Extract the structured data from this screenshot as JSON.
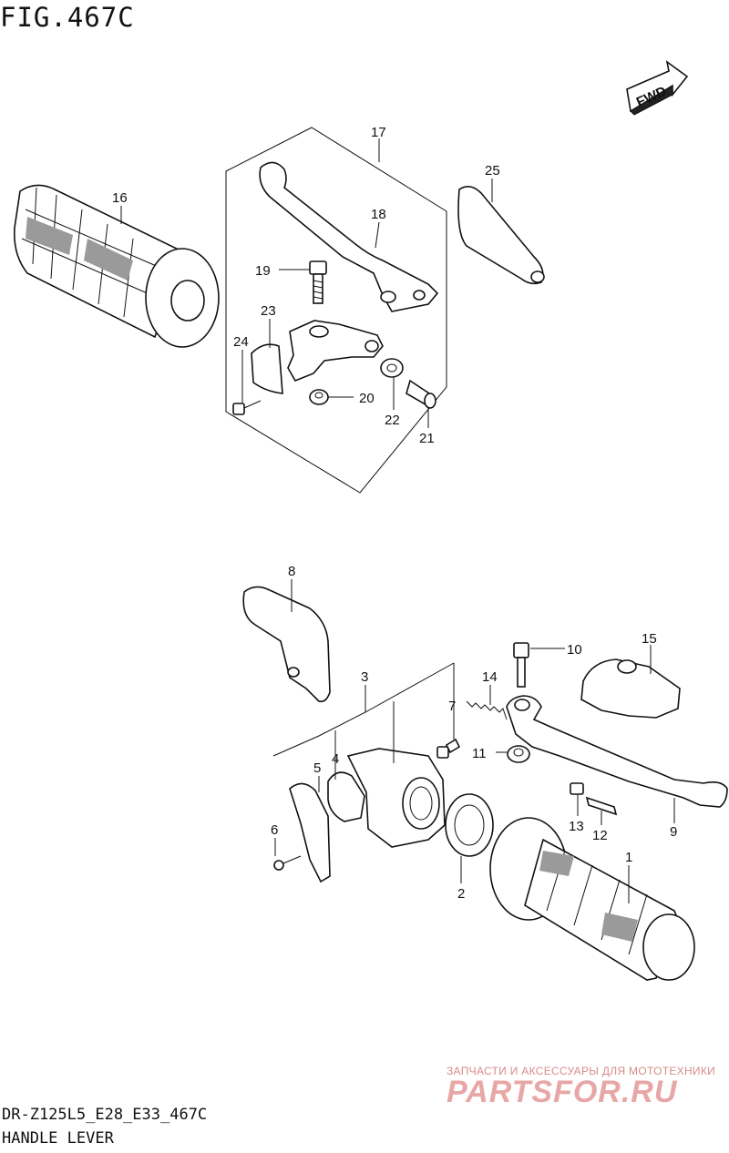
{
  "figure": {
    "title": "FIG.467C",
    "model_code": "DR-Z125L5_E28_E33_467C",
    "section_name": "HANDLE LEVER",
    "fwd_label": "FWD"
  },
  "watermark": {
    "tagline": "ЗАПЧАСТИ И АКСЕССУАРЫ ДЛЯ МОТОТЕХНИКИ",
    "logo": "PARTSFOR.RU"
  },
  "callouts": [
    {
      "id": "c1",
      "label": "1"
    },
    {
      "id": "c2",
      "label": "2"
    },
    {
      "id": "c3",
      "label": "3"
    },
    {
      "id": "c4",
      "label": "4"
    },
    {
      "id": "c5",
      "label": "5"
    },
    {
      "id": "c6",
      "label": "6"
    },
    {
      "id": "c7",
      "label": "7"
    },
    {
      "id": "c8",
      "label": "8"
    },
    {
      "id": "c9",
      "label": "9"
    },
    {
      "id": "c10",
      "label": "10"
    },
    {
      "id": "c11",
      "label": "11"
    },
    {
      "id": "c12",
      "label": "12"
    },
    {
      "id": "c13",
      "label": "13"
    },
    {
      "id": "c14",
      "label": "14"
    },
    {
      "id": "c15",
      "label": "15"
    },
    {
      "id": "c16",
      "label": "16"
    },
    {
      "id": "c17",
      "label": "17"
    },
    {
      "id": "c18",
      "label": "18"
    },
    {
      "id": "c19",
      "label": "19"
    },
    {
      "id": "c20",
      "label": "20"
    },
    {
      "id": "c21",
      "label": "21"
    },
    {
      "id": "c22",
      "label": "22"
    },
    {
      "id": "c23",
      "label": "23"
    },
    {
      "id": "c24",
      "label": "24"
    },
    {
      "id": "c25",
      "label": "25"
    }
  ]
}
